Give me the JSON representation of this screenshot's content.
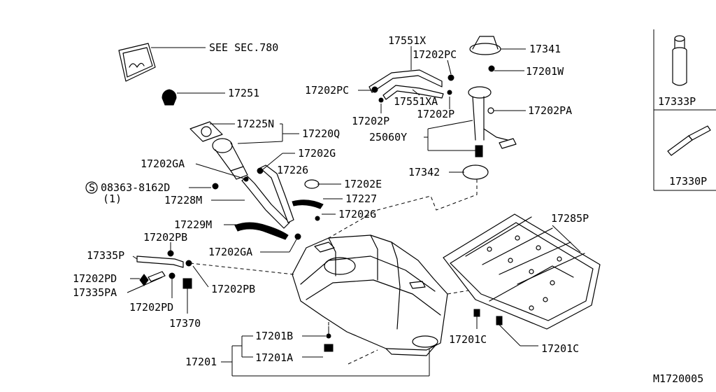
{
  "labels": {
    "see_sec": "SEE SEC.780",
    "p17551x": "17551X",
    "p17341": "17341",
    "p17202pc_top": "17202PC",
    "p17201w": "17201W",
    "p17202pc_left": "17202PC",
    "p17551xa": "17551XA",
    "p17202p_a": "17202P",
    "p17202p_b": "17202P",
    "p17202pa": "17202PA",
    "p17251": "17251",
    "p17225n": "17225N",
    "p17220q": "17220Q",
    "p25060y": "25060Y",
    "p17202g_a": "17202G",
    "p17202ga_a": "17202GA",
    "p17226": "17226",
    "p17202e": "17202E",
    "p17342": "17342",
    "s08363": "08363-8162D",
    "s08363_qty": "(1)",
    "s_circle": "S",
    "p17227": "17227",
    "p17228m": "17228M",
    "p17202g_b": "17202G",
    "p17285p": "17285P",
    "p17229m": "17229M",
    "p17202pb_a": "17202PB",
    "p17202ga_b": "17202GA",
    "p17335p": "17335P",
    "p17202pd_a": "17202PD",
    "p17202pb_b": "17202PB",
    "p17335pa": "17335PA",
    "p17202pd_b": "17202PD",
    "p17370": "17370",
    "p17201b": "17201B",
    "p17201c_a": "17201C",
    "p17201c_b": "17201C",
    "p17201": "17201",
    "p17201a": "17201A",
    "p17333p": "17333P",
    "p17330p": "17330P",
    "diagram_id": "M1720005"
  }
}
